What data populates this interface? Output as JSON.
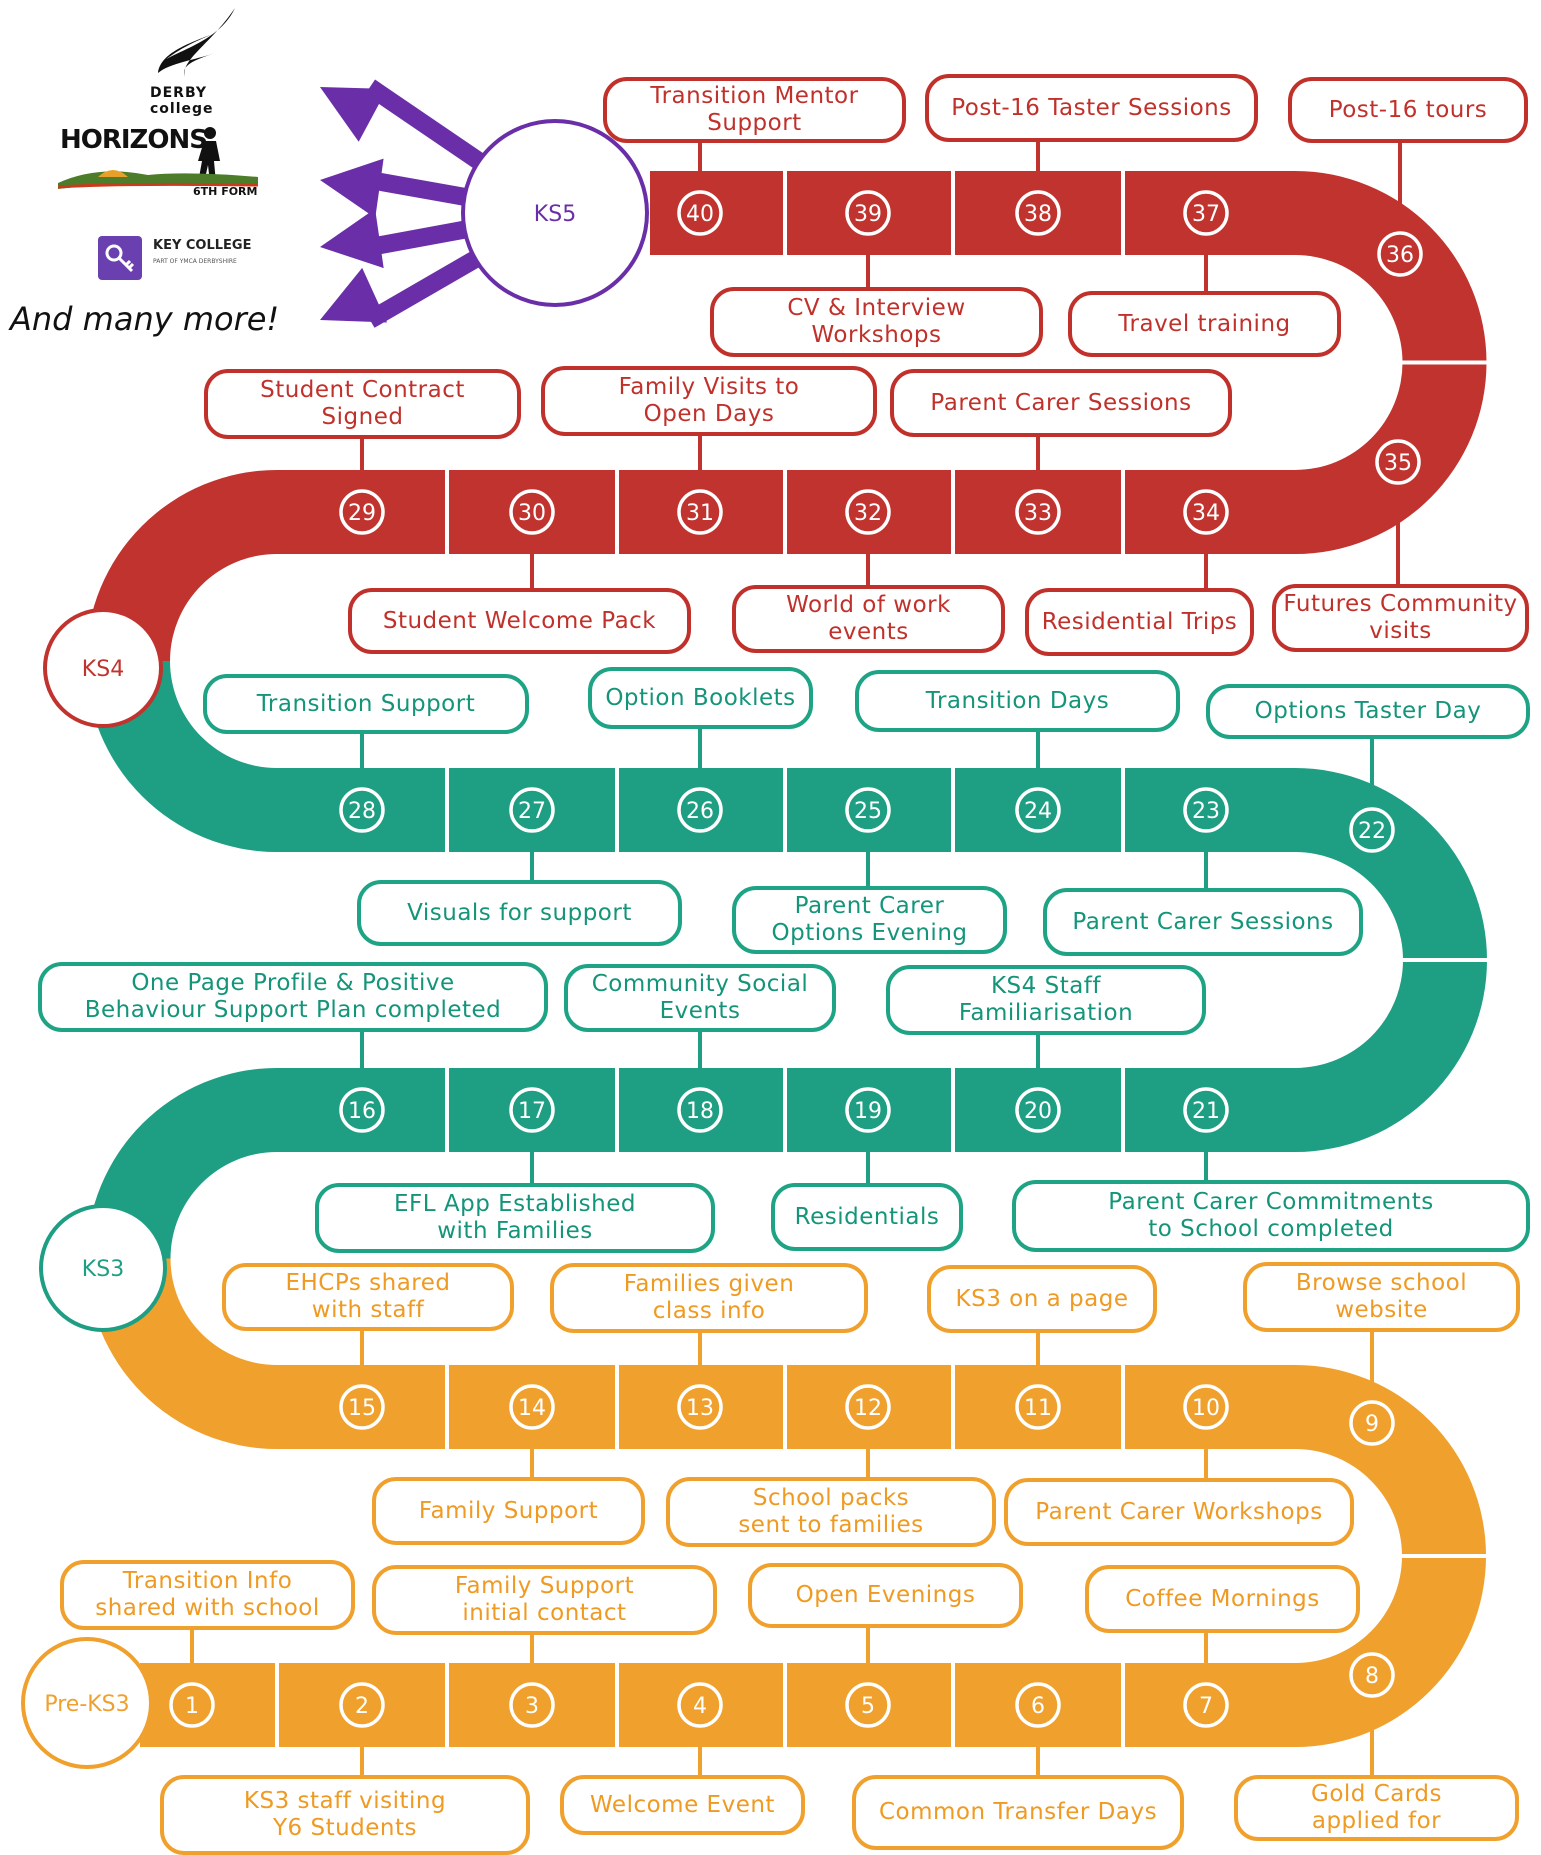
{
  "colors": {
    "orange": "#f0a02c",
    "teal": "#1e9e82",
    "red": "#c0332e",
    "purple": "#6a2fa8"
  },
  "stages": {
    "ks5": "KS5",
    "ks4": "KS4",
    "ks3": "KS3",
    "pre_ks3": "Pre-KS3"
  },
  "steps": [
    "1",
    "2",
    "3",
    "4",
    "5",
    "6",
    "7",
    "8",
    "9",
    "10",
    "11",
    "12",
    "13",
    "14",
    "15",
    "16",
    "17",
    "18",
    "19",
    "20",
    "21",
    "22",
    "23",
    "24",
    "25",
    "26",
    "27",
    "28",
    "29",
    "30",
    "31",
    "32",
    "33",
    "34",
    "35",
    "36",
    "37",
    "38",
    "39",
    "40"
  ],
  "labels": [
    {
      "step": "1",
      "text": "Transition  Info\nshared  with  school"
    },
    {
      "step": "2",
      "text": "KS3  staff  visiting\nY6 Students"
    },
    {
      "step": "3",
      "text": "Family  Support\ninitial  contact"
    },
    {
      "step": "4",
      "text": "Welcome  Event"
    },
    {
      "step": "5",
      "text": "Open  Evenings"
    },
    {
      "step": "6",
      "text": "Common  Transfer  Days"
    },
    {
      "step": "7",
      "text": "Coffee  Mornings"
    },
    {
      "step": "8",
      "text": "Gold  Cards\napplied  for"
    },
    {
      "step": "9",
      "text": "Browse  school\nwebsite"
    },
    {
      "step": "10",
      "text": "Parent  Carer  Workshops"
    },
    {
      "step": "11",
      "text": "KS3  on  a  page"
    },
    {
      "step": "12",
      "text": "School  packs\nsent  to  families"
    },
    {
      "step": "13",
      "text": "Families  given\nclass  info"
    },
    {
      "step": "14",
      "text": "Family  Support"
    },
    {
      "step": "15",
      "text": "EHCPs  shared\nwith  staff"
    },
    {
      "step": "16",
      "text": "One  Page  Profile  &  Positive\nBehaviour  Support  Plan  completed"
    },
    {
      "step": "17",
      "text": "EFL  App  Established\nwith  Families"
    },
    {
      "step": "18",
      "text": "Community  Social\nEvents"
    },
    {
      "step": "19",
      "text": "Residentials"
    },
    {
      "step": "20",
      "text": "KS4  Staff\nFamiliarisation"
    },
    {
      "step": "21",
      "text": "Parent  Carer  Commitments\nto  School  completed"
    },
    {
      "step": "22",
      "text": "Options  Taster  Day"
    },
    {
      "step": "23",
      "text": "Parent  Carer  Sessions"
    },
    {
      "step": "24",
      "text": "Transition  Days"
    },
    {
      "step": "25",
      "text": "Parent  Carer\nOptions  Evening"
    },
    {
      "step": "26",
      "text": "Option  Booklets"
    },
    {
      "step": "27",
      "text": "Visuals  for  support"
    },
    {
      "step": "28",
      "text": "Transition  Support"
    },
    {
      "step": "29",
      "text": "Student  Contract\nSigned"
    },
    {
      "step": "30",
      "text": "Student  Welcome  Pack"
    },
    {
      "step": "31",
      "text": "Family Visits  to\nOpen Days"
    },
    {
      "step": "32",
      "text": "World  of  work\nevents"
    },
    {
      "step": "33",
      "text": "Parent  Carer  Sessions"
    },
    {
      "step": "34",
      "text": "Residential  Trips"
    },
    {
      "step": "35",
      "text": "Futures Community\nvisits"
    },
    {
      "step": "36",
      "text": "Post-16 tours"
    },
    {
      "step": "37",
      "text": "Travel  training"
    },
    {
      "step": "38",
      "text": "Post-16 Taster Sessions"
    },
    {
      "step": "39",
      "text": "CV & Interview\nWorkshops"
    },
    {
      "step": "40",
      "text": "Transition  Mentor\nSupport"
    }
  ],
  "destinations": {
    "derby_college": "DERBY college",
    "horizons": "HORIZONS",
    "horizons_sub": "6TH FORM",
    "key_college": "KEY COLLEGE",
    "key_college_sub": "PART OF YMCA DERBYSHIRE",
    "more": "And many more!"
  }
}
